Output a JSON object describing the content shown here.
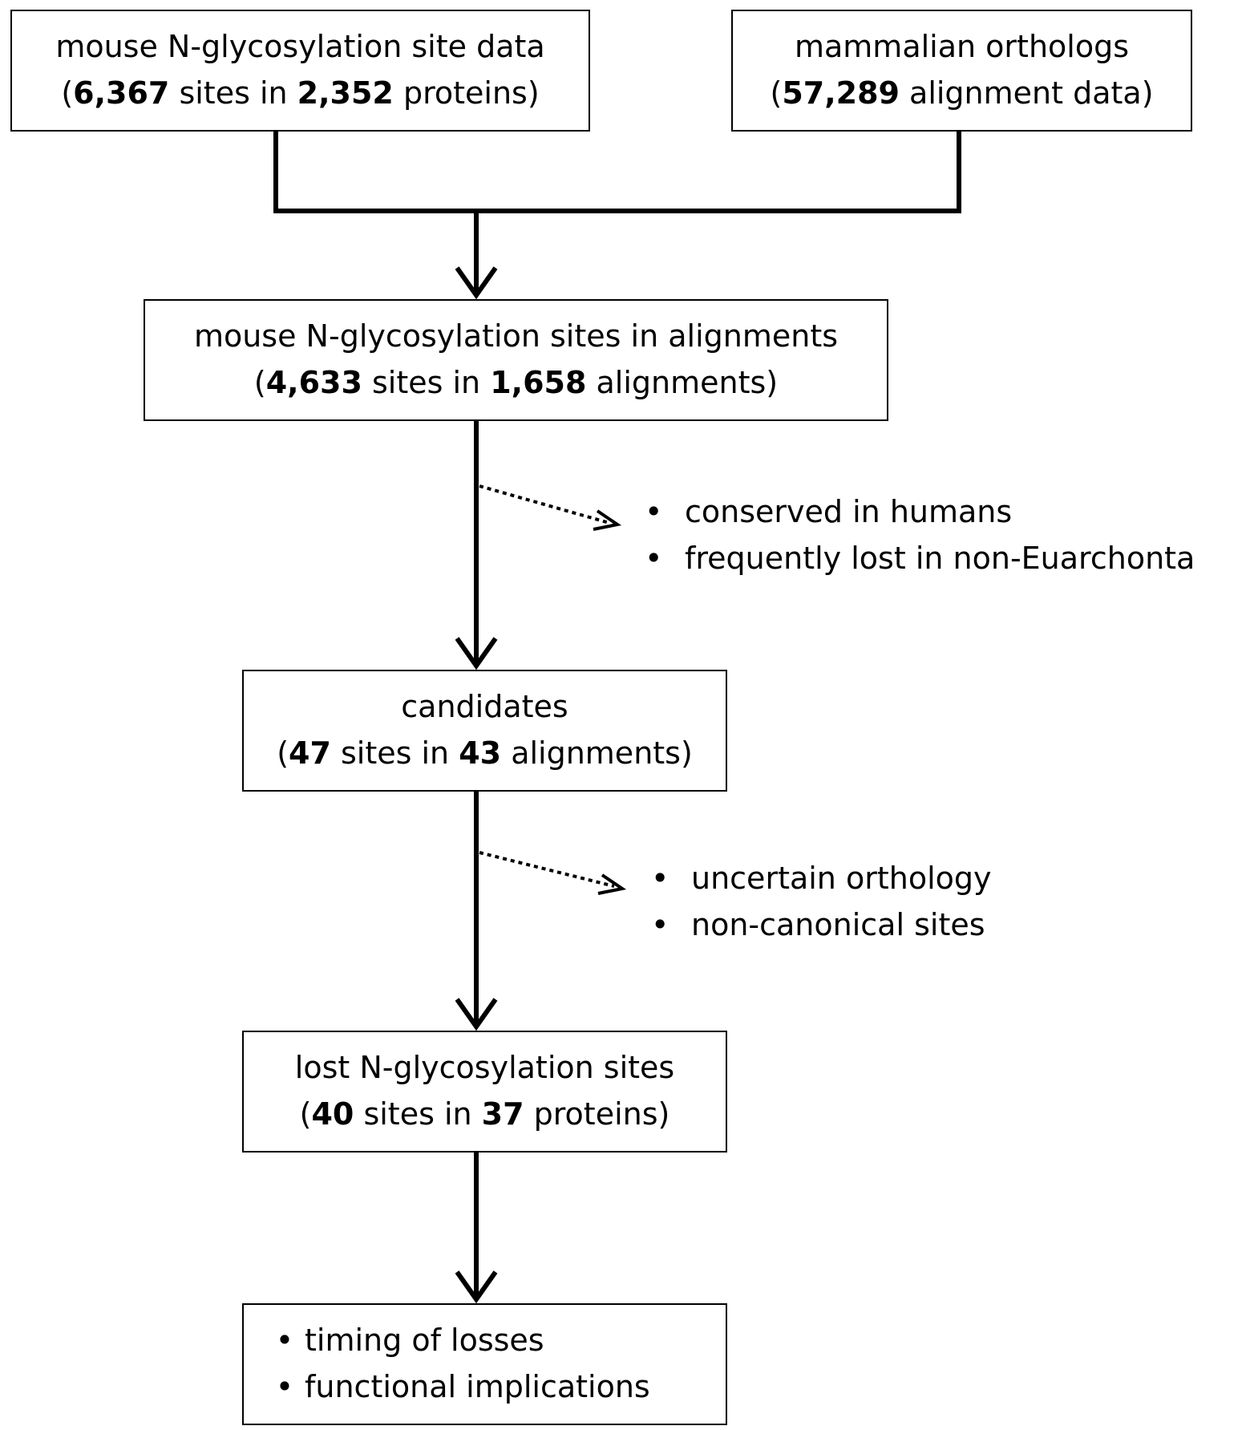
{
  "diagram": {
    "nodes": {
      "mouse_data": {
        "line1": "mouse N-glycosylation site data",
        "line2": {
          "open": "(",
          "n1": "6,367",
          "mid": " sites in ",
          "n2": "2,352",
          "tail": " proteins)"
        }
      },
      "orthologs": {
        "line1": "mammalian orthologs",
        "line2": {
          "open": "(",
          "n1": "57,289",
          "tail": " alignment data)"
        }
      },
      "sites_in_alignments": {
        "line1": "mouse N-glycosylation sites in alignments",
        "line2": {
          "open": "(",
          "n1": "4,633",
          "mid": " sites in ",
          "n2": "1,658",
          "tail": " alignments)"
        }
      },
      "candidates": {
        "line1": "candidates",
        "line2": {
          "open": "(",
          "n1": "47",
          "mid": " sites in ",
          "n2": "43",
          "tail": " alignments)"
        }
      },
      "lost_sites": {
        "line1": "lost N-glycosylation sites",
        "line2": {
          "open": "(",
          "n1": "40",
          "mid": " sites in ",
          "n2": "37",
          "tail": " proteins)"
        }
      },
      "outcomes": {
        "items": [
          "timing of losses",
          "functional implications"
        ]
      }
    },
    "filters": {
      "filter1": {
        "items": [
          "conserved in humans",
          "frequently lost in non-Euarchonta"
        ]
      },
      "filter2": {
        "items": [
          "uncertain orthology",
          "non-canonical sites"
        ]
      }
    },
    "bullet_symbol": "•"
  }
}
